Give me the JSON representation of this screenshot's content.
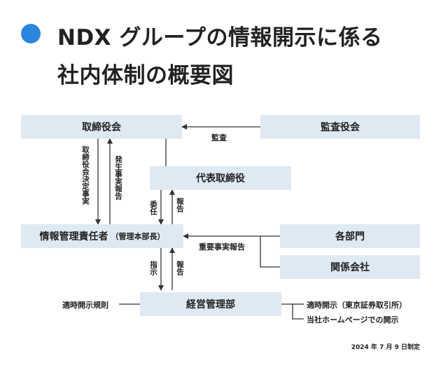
{
  "title": {
    "line1": "NDX グループの情報開示に係る",
    "line2": "社内体制の概要図"
  },
  "boxes": {
    "board": "取締役会",
    "audit": "監査役会",
    "rep_director": "代表取締役",
    "info_officer": "情報管理責任者",
    "info_officer_sub": "（管理本部長）",
    "departments": "各部門",
    "affiliates": "関係会社",
    "management": "経営管理部"
  },
  "labels": {
    "board_decisions": "取締役会決定事実",
    "occurrence_report": "発生事実報告",
    "audit": "監査",
    "delegation": "委任",
    "report_to_rep": "報告",
    "important_report": "重要事実報告",
    "instruction": "指示",
    "report_to_officer": "報告",
    "disclosure_rules": "適時開示規則",
    "tdnet": "適時開示（東京証券取引所）",
    "website": "当社ホームページでの開示"
  },
  "footer": {
    "date": "2024 年 7 月 9 日制定"
  },
  "colors": {
    "accent": "#2b86dd",
    "box_fill": "#dfe9f4",
    "line": "#333333"
  }
}
